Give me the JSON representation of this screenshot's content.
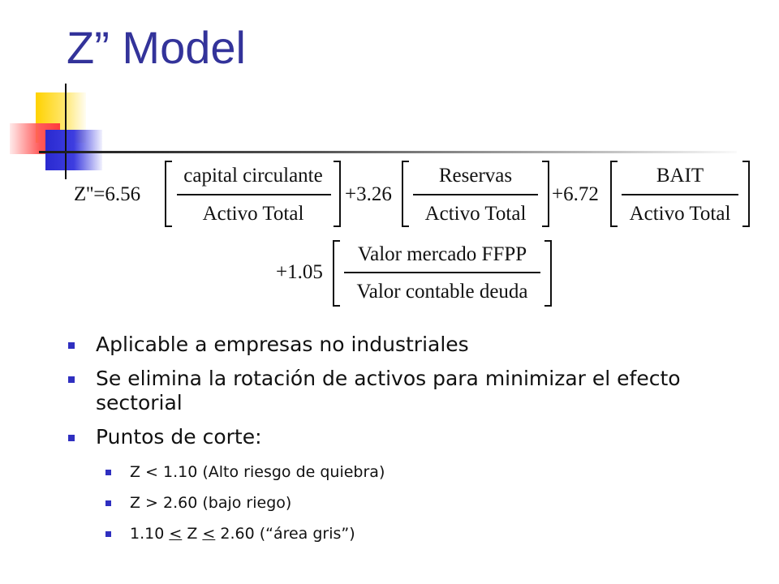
{
  "slide": {
    "title": "Z” Model",
    "formula": {
      "lhs": "Z''=6.56",
      "term1": {
        "num": "capital circulante",
        "den": "Activo Total"
      },
      "coef2": "+3.26",
      "term2": {
        "num": "Reservas",
        "den": "Activo Total"
      },
      "coef3": "+6.72",
      "term3": {
        "num": "BAIT",
        "den": "Activo Total"
      },
      "coef4": "+1.05",
      "term4": {
        "num": "Valor mercado FFPP",
        "den": "Valor contable deuda"
      }
    },
    "bullets": [
      {
        "text": "Aplicable a empresas no industriales"
      },
      {
        "text": "Se elimina la rotación de activos para minimizar el efecto sectorial"
      },
      {
        "text": "Puntos de corte:"
      }
    ],
    "sub_bullets": [
      {
        "text": "Z < 1.10 (Alto riesgo de quiebra)"
      },
      {
        "text": "Z > 2.60 (bajo riego)"
      },
      {
        "a": "1.10 ",
        "lt1": "<",
        "mid": " Z ",
        "lt2": "<",
        "b": " 2.60 (“área gris”)"
      }
    ]
  },
  "colors": {
    "title": "#33339a",
    "bullet": "#2f2fc0"
  }
}
